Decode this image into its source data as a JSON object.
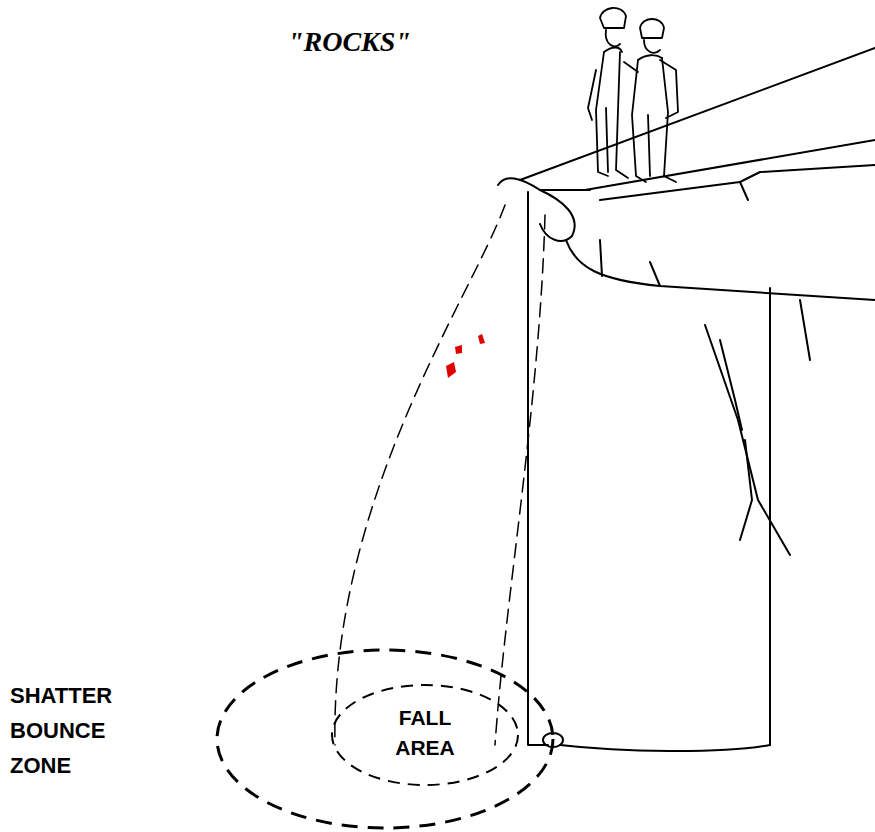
{
  "diagram": {
    "nodes": [
      {
        "text": [
          "SHATTER BOUNCE ZONE"
        ]
      },
      {
        "text": [
          "FALL AREA"
        ],
        "in": 0
      }
    ],
    "labels": [
      "\"ROCKS\""
    ]
  }
}
